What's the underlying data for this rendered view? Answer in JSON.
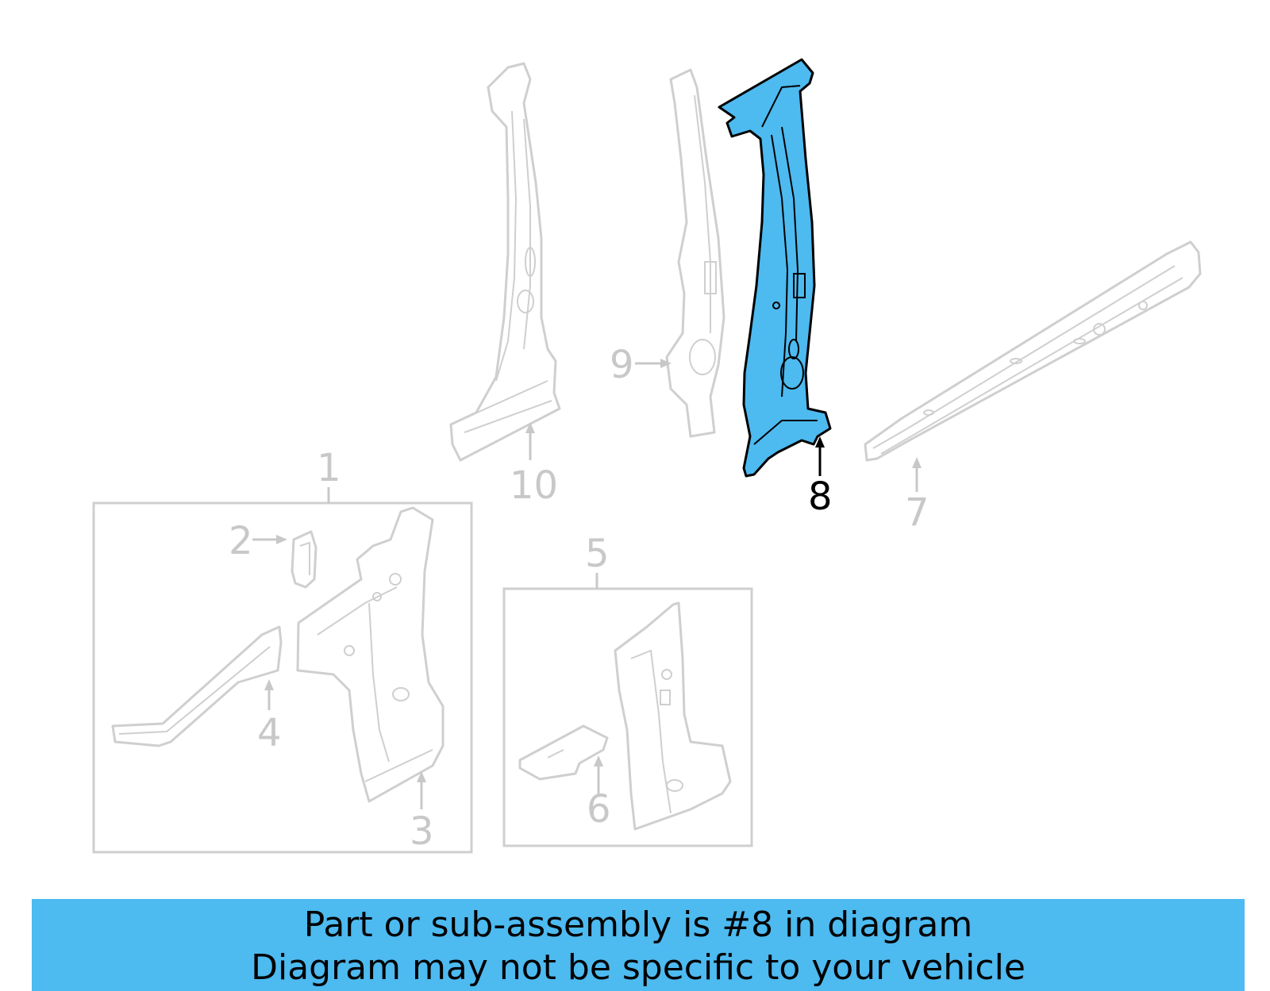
{
  "callouts": {
    "c1": "1",
    "c2": "2",
    "c3": "3",
    "c4": "4",
    "c5": "5",
    "c6": "6",
    "c7": "7",
    "c8": "8",
    "c9": "9",
    "c10": "10"
  },
  "highlight_color": "#4dbaf0",
  "banner": {
    "line1": "Part or sub-assembly is #8 in diagram",
    "line2": "Diagram may not be specific to your vehicle"
  }
}
